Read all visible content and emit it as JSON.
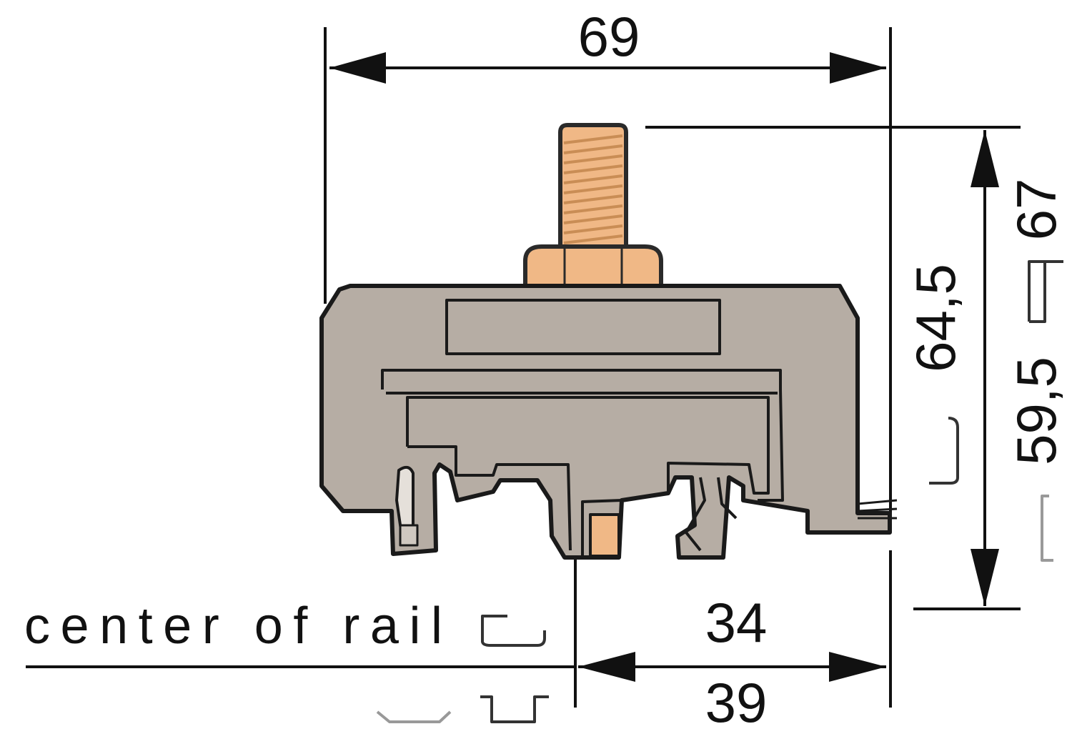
{
  "dimensions": {
    "overall_width": "69",
    "height_to_stud": "64,5",
    "height_rail_low": "59,5",
    "height_rail_high": "67",
    "rail_to_edge_high": "34",
    "rail_to_edge_low": "39"
  },
  "labels": {
    "center_of_rail": "center of rail"
  },
  "colors": {
    "housing_fill": "#b6ada4",
    "stud_fill": "#f0b886",
    "line": "#111111"
  }
}
